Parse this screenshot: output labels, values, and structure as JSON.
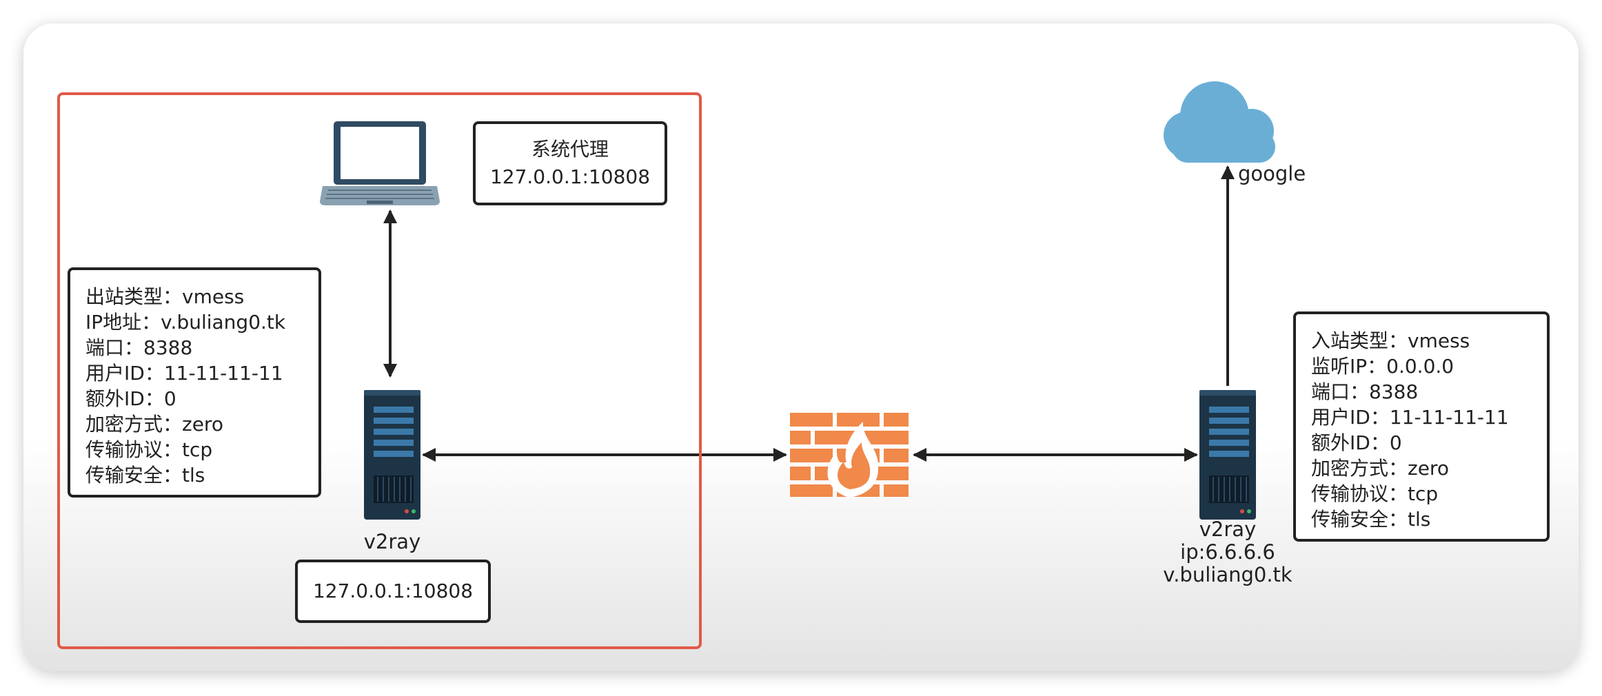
{
  "system_proxy": {
    "title": "系统代理",
    "address": "127.0.0.1:10808"
  },
  "client_info": {
    "lines": [
      "出站类型：vmess",
      "IP地址：v.buliang0.tk",
      "端口：8388",
      "用户ID：11-11-11-11",
      "额外ID：0",
      "加密方式：zero",
      "传输协议：tcp",
      "传输安全：tls"
    ]
  },
  "client_server": {
    "name": "v2ray",
    "listen": "127.0.0.1:10808"
  },
  "remote_server": {
    "name": "v2ray",
    "ip": "ip:6.6.6.6",
    "domain": "v.buliang0.tk"
  },
  "server_info": {
    "lines": [
      "入站类型：vmess",
      "监听IP：0.0.0.0",
      "端口：8388",
      "用户ID：11-11-11-11",
      "额外ID：0",
      "加密方式：zero",
      "传输协议：tcp",
      "传输安全：tls"
    ]
  },
  "cloud": {
    "label": "google"
  },
  "colors": {
    "frame": "#e05a47",
    "firewall": "#f0894a",
    "cloud": "#6aaed6",
    "server": "#1d3446",
    "annotation": "#d0262e"
  }
}
